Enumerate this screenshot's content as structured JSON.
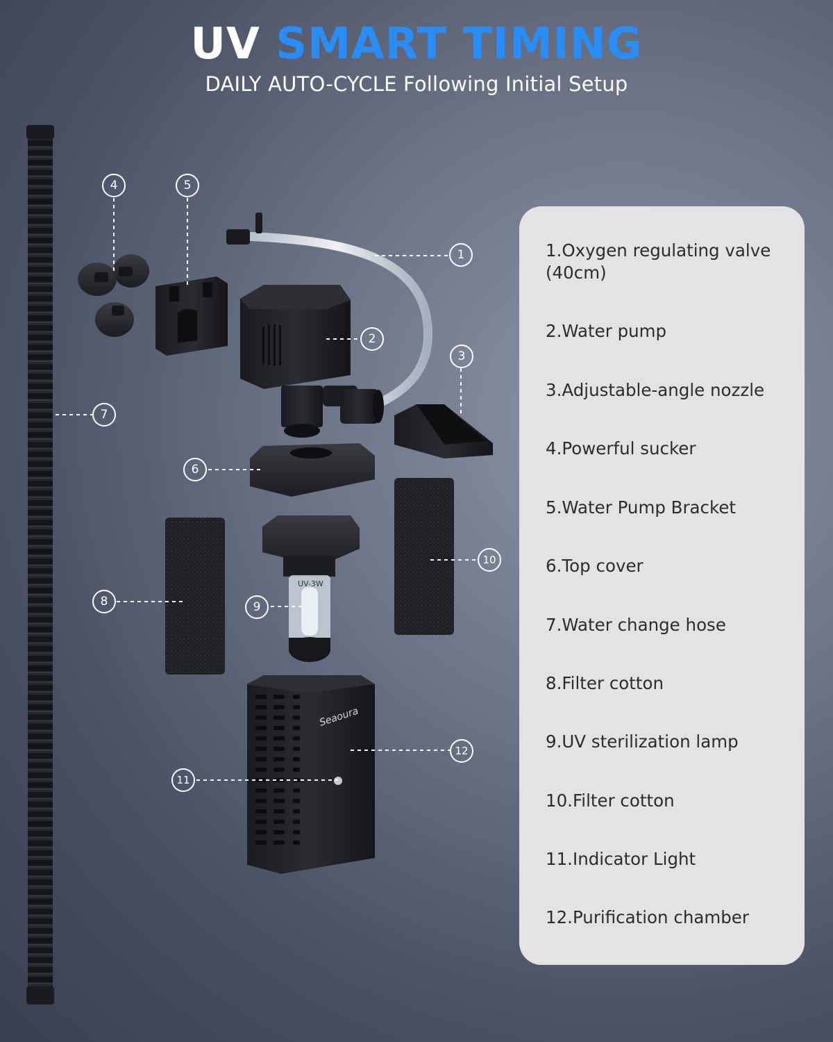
{
  "title": {
    "part1": "UV",
    "part2": "SMART TIMING"
  },
  "subtitle": "DAILY AUTO-CYCLE Following Initial Setup",
  "brand": "Seaoura",
  "uv_label": "UV-3W",
  "colors": {
    "accent": "#2a8cf5",
    "panel": "#e3e3e5"
  },
  "callouts": [
    "1",
    "2",
    "3",
    "4",
    "5",
    "6",
    "7",
    "8",
    "9",
    "10",
    "11",
    "12"
  ],
  "legend": [
    "1.Oxygen regulating valve (40cm)",
    "2.Water pump",
    "3.Adjustable-angle nozzle",
    "4.Powerful sucker",
    "5.Water Pump Bracket",
    "6.Top cover",
    "7.Water change hose",
    "8.Filter cotton",
    "9.UV sterilization lamp",
    "10.Filter cotton",
    "11.Indicator Light",
    "12.Purification chamber"
  ]
}
